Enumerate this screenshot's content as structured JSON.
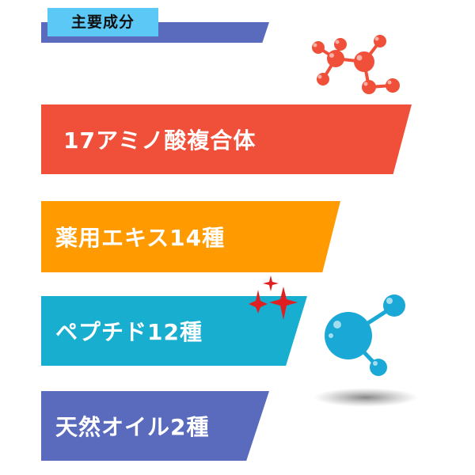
{
  "header": {
    "label": "主要成分",
    "tag_color": "#5cc8f6",
    "bar_color": "#5a6bbd"
  },
  "ingredients": [
    {
      "label": "17アミノ酸複合体",
      "color": "#f0503a"
    },
    {
      "label": "薬用エキス14種",
      "color": "#ff9a00"
    },
    {
      "label": "ペプチド12種",
      "color": "#18aed0"
    },
    {
      "label": "天然オイル2種",
      "color": "#5a6bbd"
    }
  ],
  "decorations": {
    "molecule_top": {
      "icon": "molecule-network-icon",
      "color": "#f0503a"
    },
    "sparkle": {
      "icon": "sparkle-icon",
      "color": "#e02020"
    },
    "molecule_bottom": {
      "icon": "molecule-icon",
      "color": "#1aa9d6"
    }
  }
}
